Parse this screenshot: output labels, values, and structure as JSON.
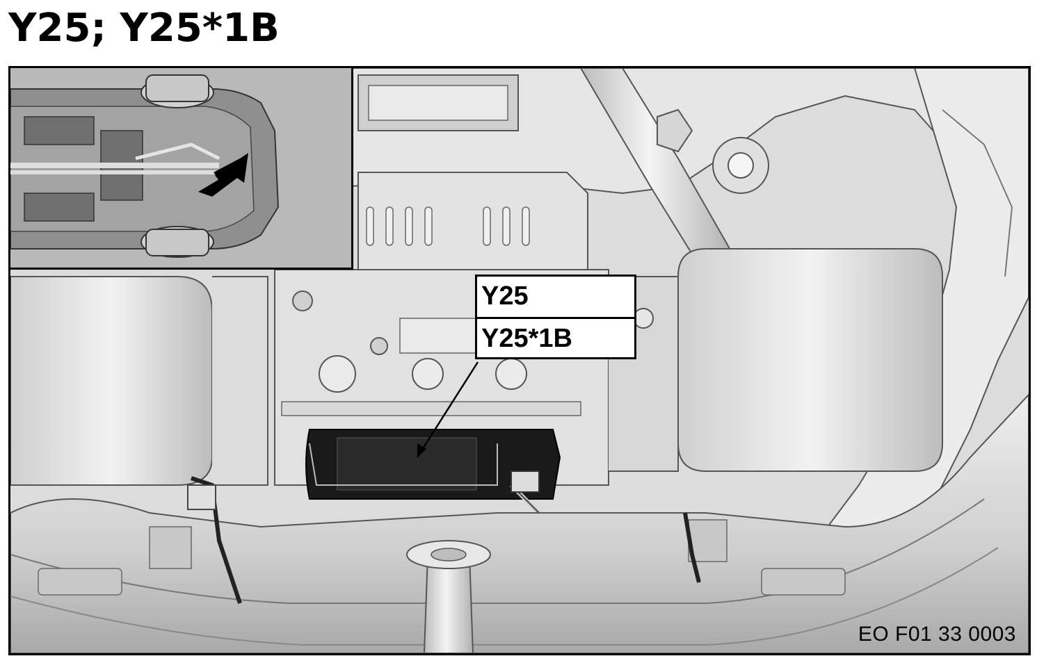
{
  "page": {
    "title": "Y25; Y25*1B"
  },
  "figure": {
    "labels": [
      "Y25",
      "Y25*1B"
    ],
    "figure_code": "EO F01 33 0003"
  }
}
